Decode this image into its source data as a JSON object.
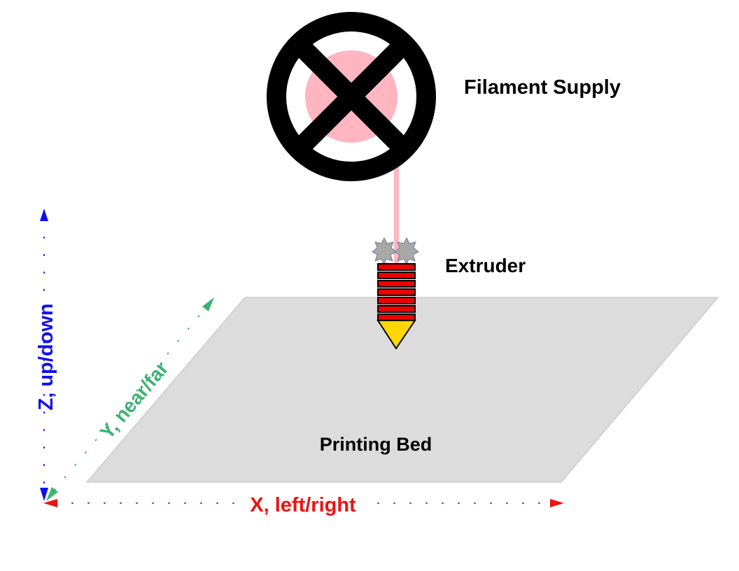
{
  "diagram": {
    "title_labels": {
      "filament_supply": "Filament Supply",
      "extruder": "Extruder",
      "printing_bed": "Printing Bed"
    },
    "axes": {
      "x": {
        "label": "X, left/right",
        "color": "#ee1111"
      },
      "y": {
        "label": "Y, near/far",
        "color": "#3cb371"
      },
      "z": {
        "label": "Z, up/down",
        "color": "#1010ee"
      }
    },
    "colors": {
      "spool_ring": "#000000",
      "filament": "#ffb6c1",
      "extruder_body": "#ee0000",
      "nozzle": "#ffd700",
      "gear": "#a0a0a0",
      "bed": "#dcdcdc"
    }
  }
}
